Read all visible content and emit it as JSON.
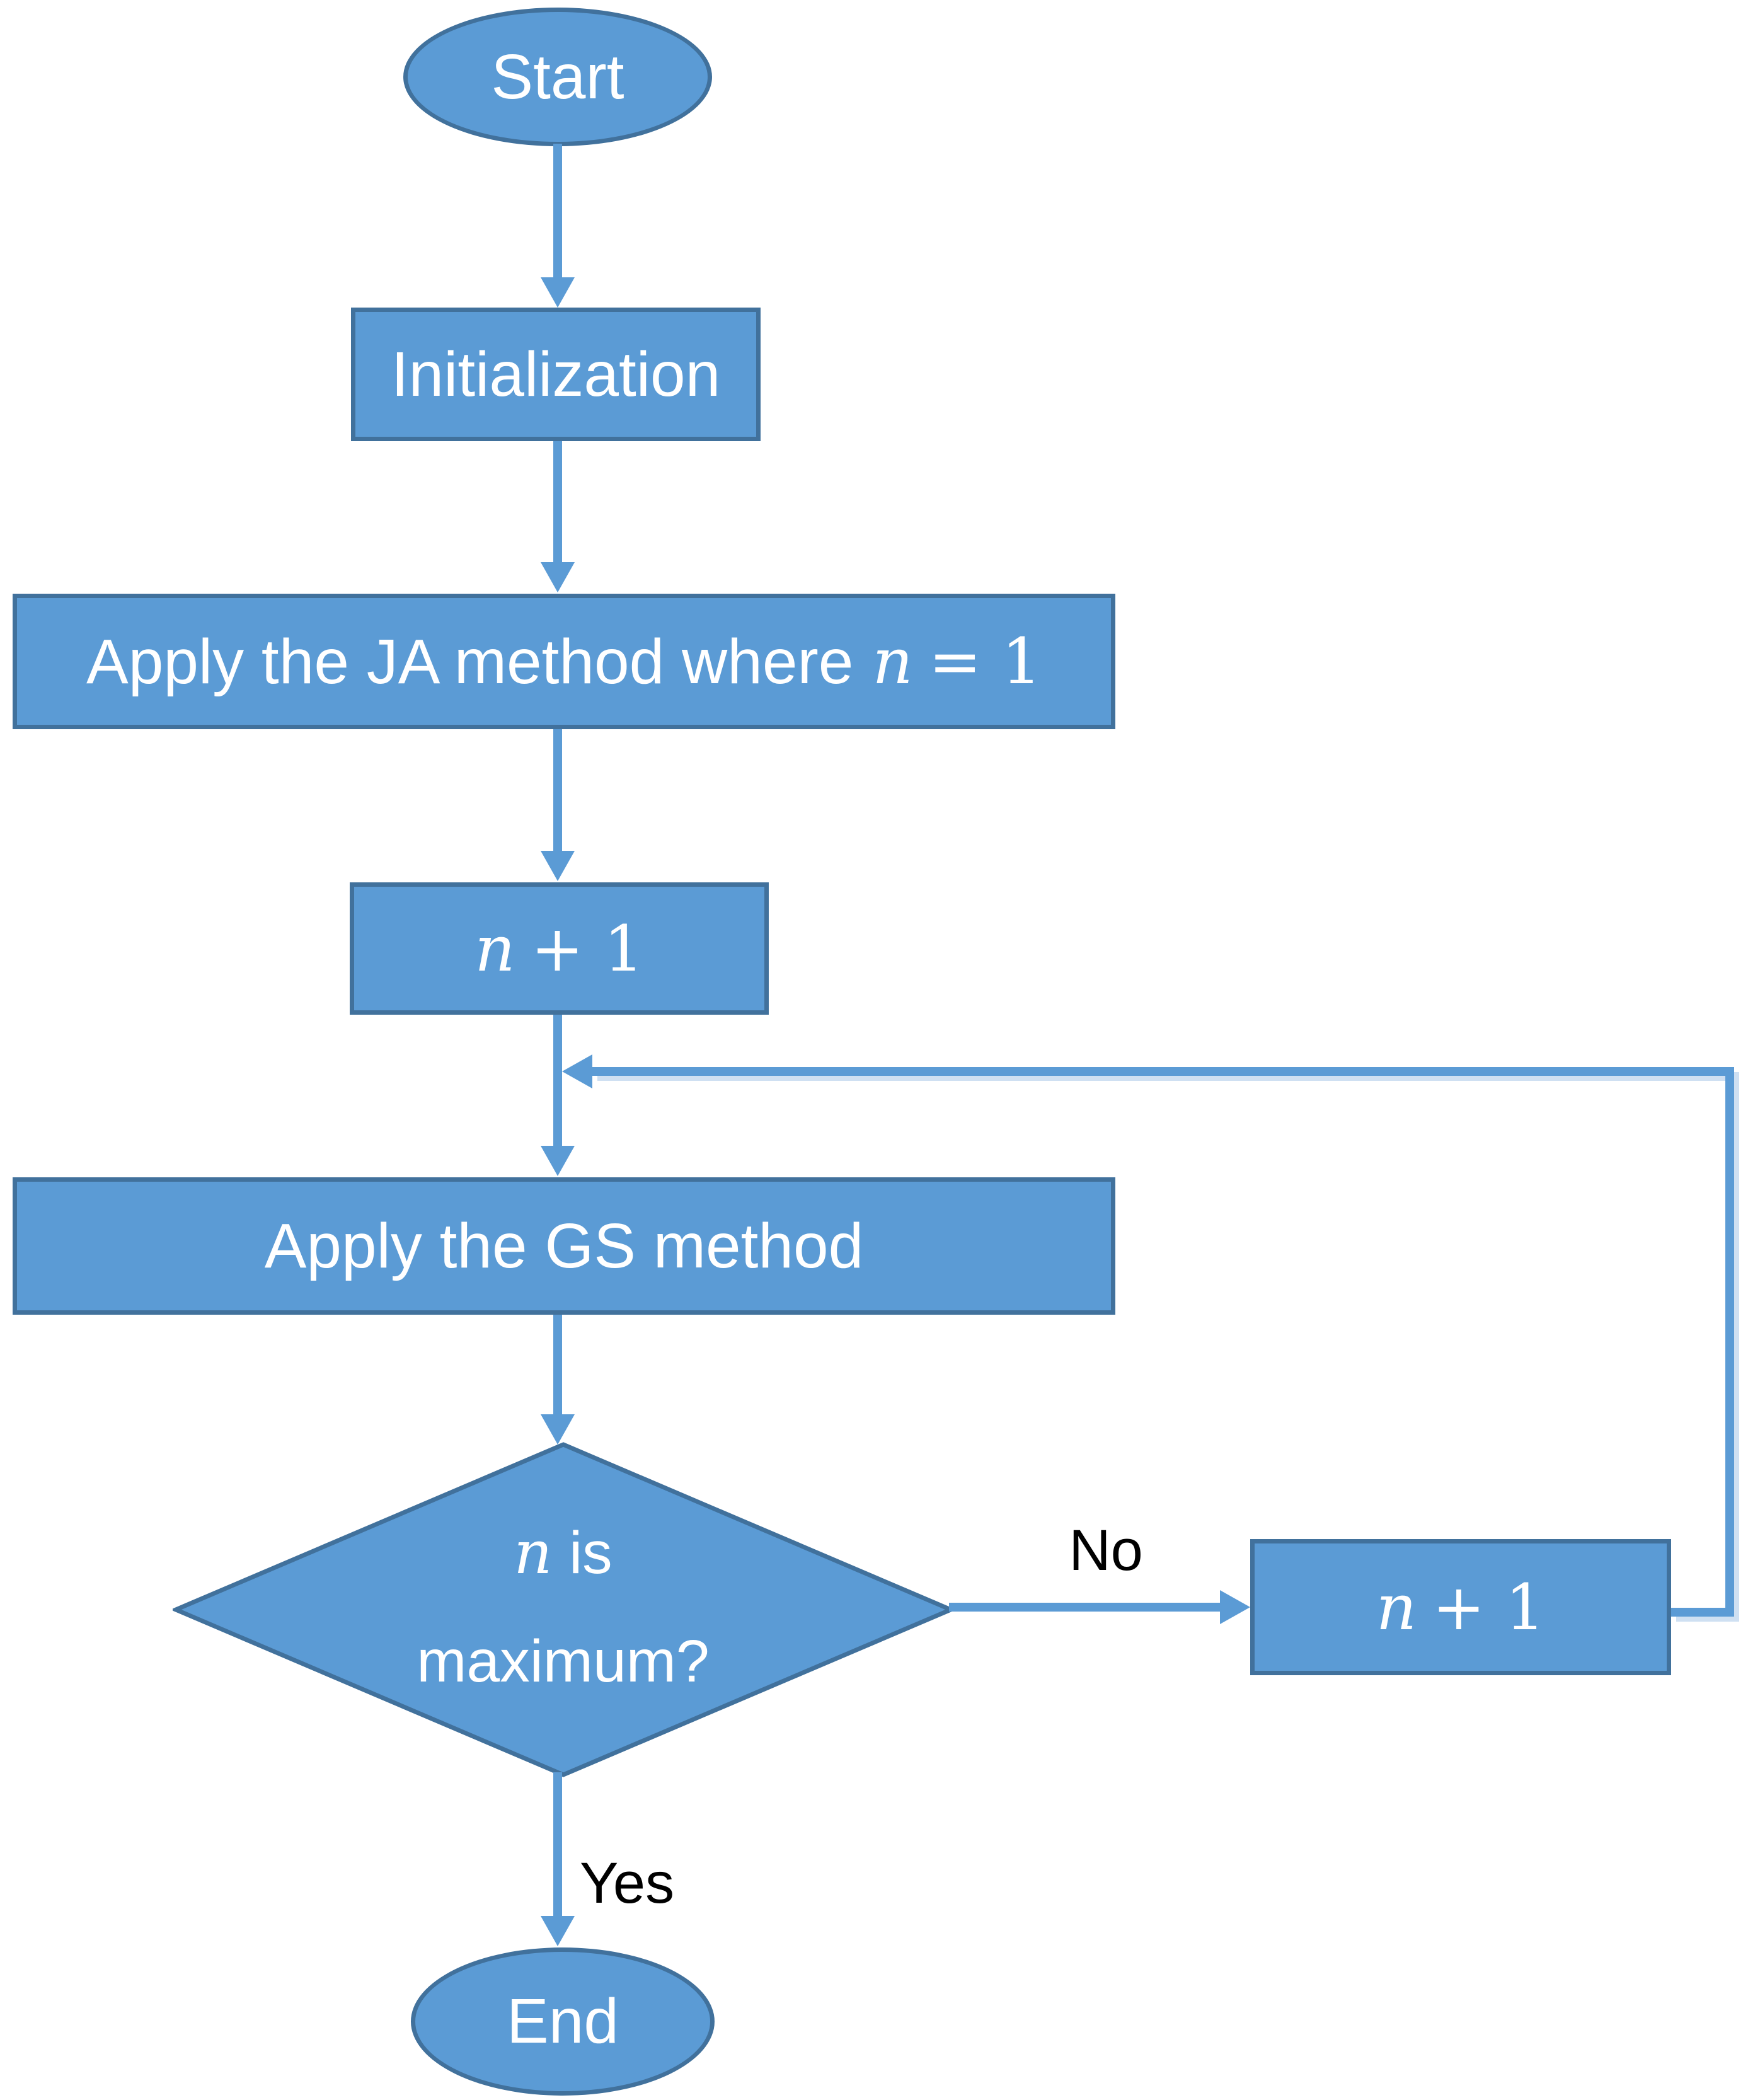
{
  "colors": {
    "background": "#ffffff",
    "shape_fill": "#5b9bd5",
    "shape_border": "#41719c",
    "connector": "#5b9bd5",
    "connector_shadow": "#cfe0f2",
    "node_text": "#ffffff",
    "edge_label_text": "#000000"
  },
  "nodes": {
    "start": {
      "type": "terminator-ellipse",
      "label": "Start"
    },
    "initialization": {
      "type": "process-rect",
      "label": "Initialization"
    },
    "apply_ja": {
      "type": "process-rect",
      "prefix": "Apply the JA method where",
      "var": "n",
      "rest": "= 1"
    },
    "increment": {
      "type": "process-rect",
      "var": "n",
      "rest": "+ 1"
    },
    "apply_gs": {
      "type": "process-rect",
      "label": "Apply the GS method"
    },
    "decision": {
      "type": "decision-diamond",
      "var": "n",
      "rest": "is",
      "line2": "maximum?"
    },
    "increment_loop": {
      "type": "process-rect",
      "var": "n",
      "rest": "+ 1"
    },
    "end": {
      "type": "terminator-ellipse",
      "label": "End"
    }
  },
  "edges": {
    "no_label": "No",
    "yes_label": "Yes"
  }
}
